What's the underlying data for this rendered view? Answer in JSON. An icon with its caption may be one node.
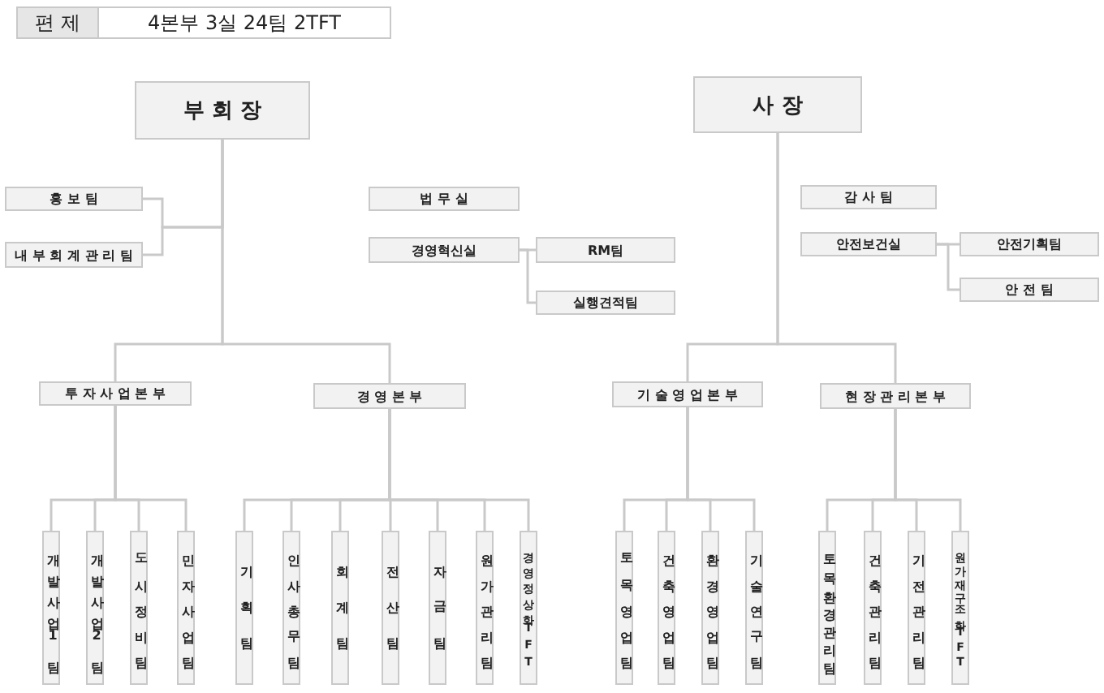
{
  "diagram": {
    "nodes": [
      {
        "text": [
          "부 회 장"
        ]
      },
      {
        "text": [
          "홍 보 팀"
        ]
      },
      {
        "text": [
          "내 부 회 계 관 리 팀"
        ]
      },
      {
        "text": [
          "법 무 실"
        ]
      },
      {
        "text": [
          "경영혁신실"
        ]
      },
      {
        "text": [
          "RM팀"
        ]
      },
      {
        "text": [
          "실행견적팀"
        ]
      },
      {
        "text": [
          "사 장"
        ]
      },
      {
        "text": [
          "감 사 팀"
        ]
      },
      {
        "text": [
          "안전보건실"
        ]
      },
      {
        "text": [
          "안전기획팀"
        ]
      },
      {
        "text": [
          "안 전 팀"
        ]
      },
      {
        "text": [
          "투 자 사 업 본 부"
        ]
      },
      {
        "text": [
          "경 영 본 부"
        ]
      },
      {
        "text": [
          "기 술 영 업 본 부"
        ]
      },
      {
        "text": [
          "현 장 관 리 본 부"
        ]
      },
      {
        "text": [
          "개발사업1팀"
        ]
      },
      {
        "text": [
          "개발사업2팀"
        ]
      },
      {
        "text": [
          "도시정비팀"
        ]
      },
      {
        "text": [
          "민자사업팀"
        ]
      },
      {
        "text": [
          "기획팀"
        ]
      },
      {
        "text": [
          "인사총무팀"
        ]
      },
      {
        "text": [
          "회계팀"
        ]
      },
      {
        "text": [
          "전산팀"
        ]
      },
      {
        "text": [
          "자금팀"
        ]
      },
      {
        "text": [
          "원가관리팀"
        ]
      },
      {
        "text": [
          "경영정상화TFT"
        ]
      },
      {
        "text": [
          "토목영업팀"
        ]
      },
      {
        "text": [
          "건축영업팀"
        ]
      },
      {
        "text": [
          "환경영업팀"
        ]
      },
      {
        "text": [
          "기술연구팀"
        ]
      },
      {
        "text": [
          "토목환경관리팀"
        ]
      },
      {
        "text": [
          "건축관리팀"
        ]
      },
      {
        "text": [
          "기전관리팀"
        ]
      },
      {
        "text": [
          "원가재구조화TFT"
        ]
      }
    ],
    "edges": [
      {
        "from": 0,
        "to": 1,
        "arrow": "none"
      },
      {
        "from": 0,
        "to": 2,
        "arrow": "none"
      },
      {
        "from": 0,
        "to": 12,
        "arrow": "none"
      },
      {
        "from": 0,
        "to": 13,
        "arrow": "none"
      },
      {
        "from": 4,
        "to": 5,
        "arrow": "none"
      },
      {
        "from": 4,
        "to": 6,
        "arrow": "none"
      },
      {
        "from": 7,
        "to": 14,
        "arrow": "none"
      },
      {
        "from": 7,
        "to": 15,
        "arrow": "none"
      },
      {
        "from": 9,
        "to": 10,
        "arrow": "none"
      },
      {
        "from": 9,
        "to": 11,
        "arrow": "none"
      },
      {
        "from": 12,
        "to": 16,
        "arrow": "none"
      },
      {
        "from": 12,
        "to": 17,
        "arrow": "none"
      },
      {
        "from": 12,
        "to": 18,
        "arrow": "none"
      },
      {
        "from": 12,
        "to": 19,
        "arrow": "none"
      },
      {
        "from": 13,
        "to": 20,
        "arrow": "none"
      },
      {
        "from": 13,
        "to": 21,
        "arrow": "none"
      },
      {
        "from": 13,
        "to": 22,
        "arrow": "none"
      },
      {
        "from": 13,
        "to": 23,
        "arrow": "none"
      },
      {
        "from": 13,
        "to": 24,
        "arrow": "none"
      },
      {
        "from": 13,
        "to": 25,
        "arrow": "none"
      },
      {
        "from": 13,
        "to": 26,
        "arrow": "none"
      },
      {
        "from": 14,
        "to": 27,
        "arrow": "none"
      },
      {
        "from": 14,
        "to": 28,
        "arrow": "none"
      },
      {
        "from": 14,
        "to": 29,
        "arrow": "none"
      },
      {
        "from": 14,
        "to": 30,
        "arrow": "none"
      },
      {
        "from": 15,
        "to": 31,
        "arrow": "none"
      },
      {
        "from": 15,
        "to": 32,
        "arrow": "none"
      },
      {
        "from": 15,
        "to": 33,
        "arrow": "none"
      },
      {
        "from": 15,
        "to": 34,
        "arrow": "none"
      }
    ],
    "labels": [
      "편 제",
      "4본부 3실 24팀 2TFT"
    ]
  }
}
